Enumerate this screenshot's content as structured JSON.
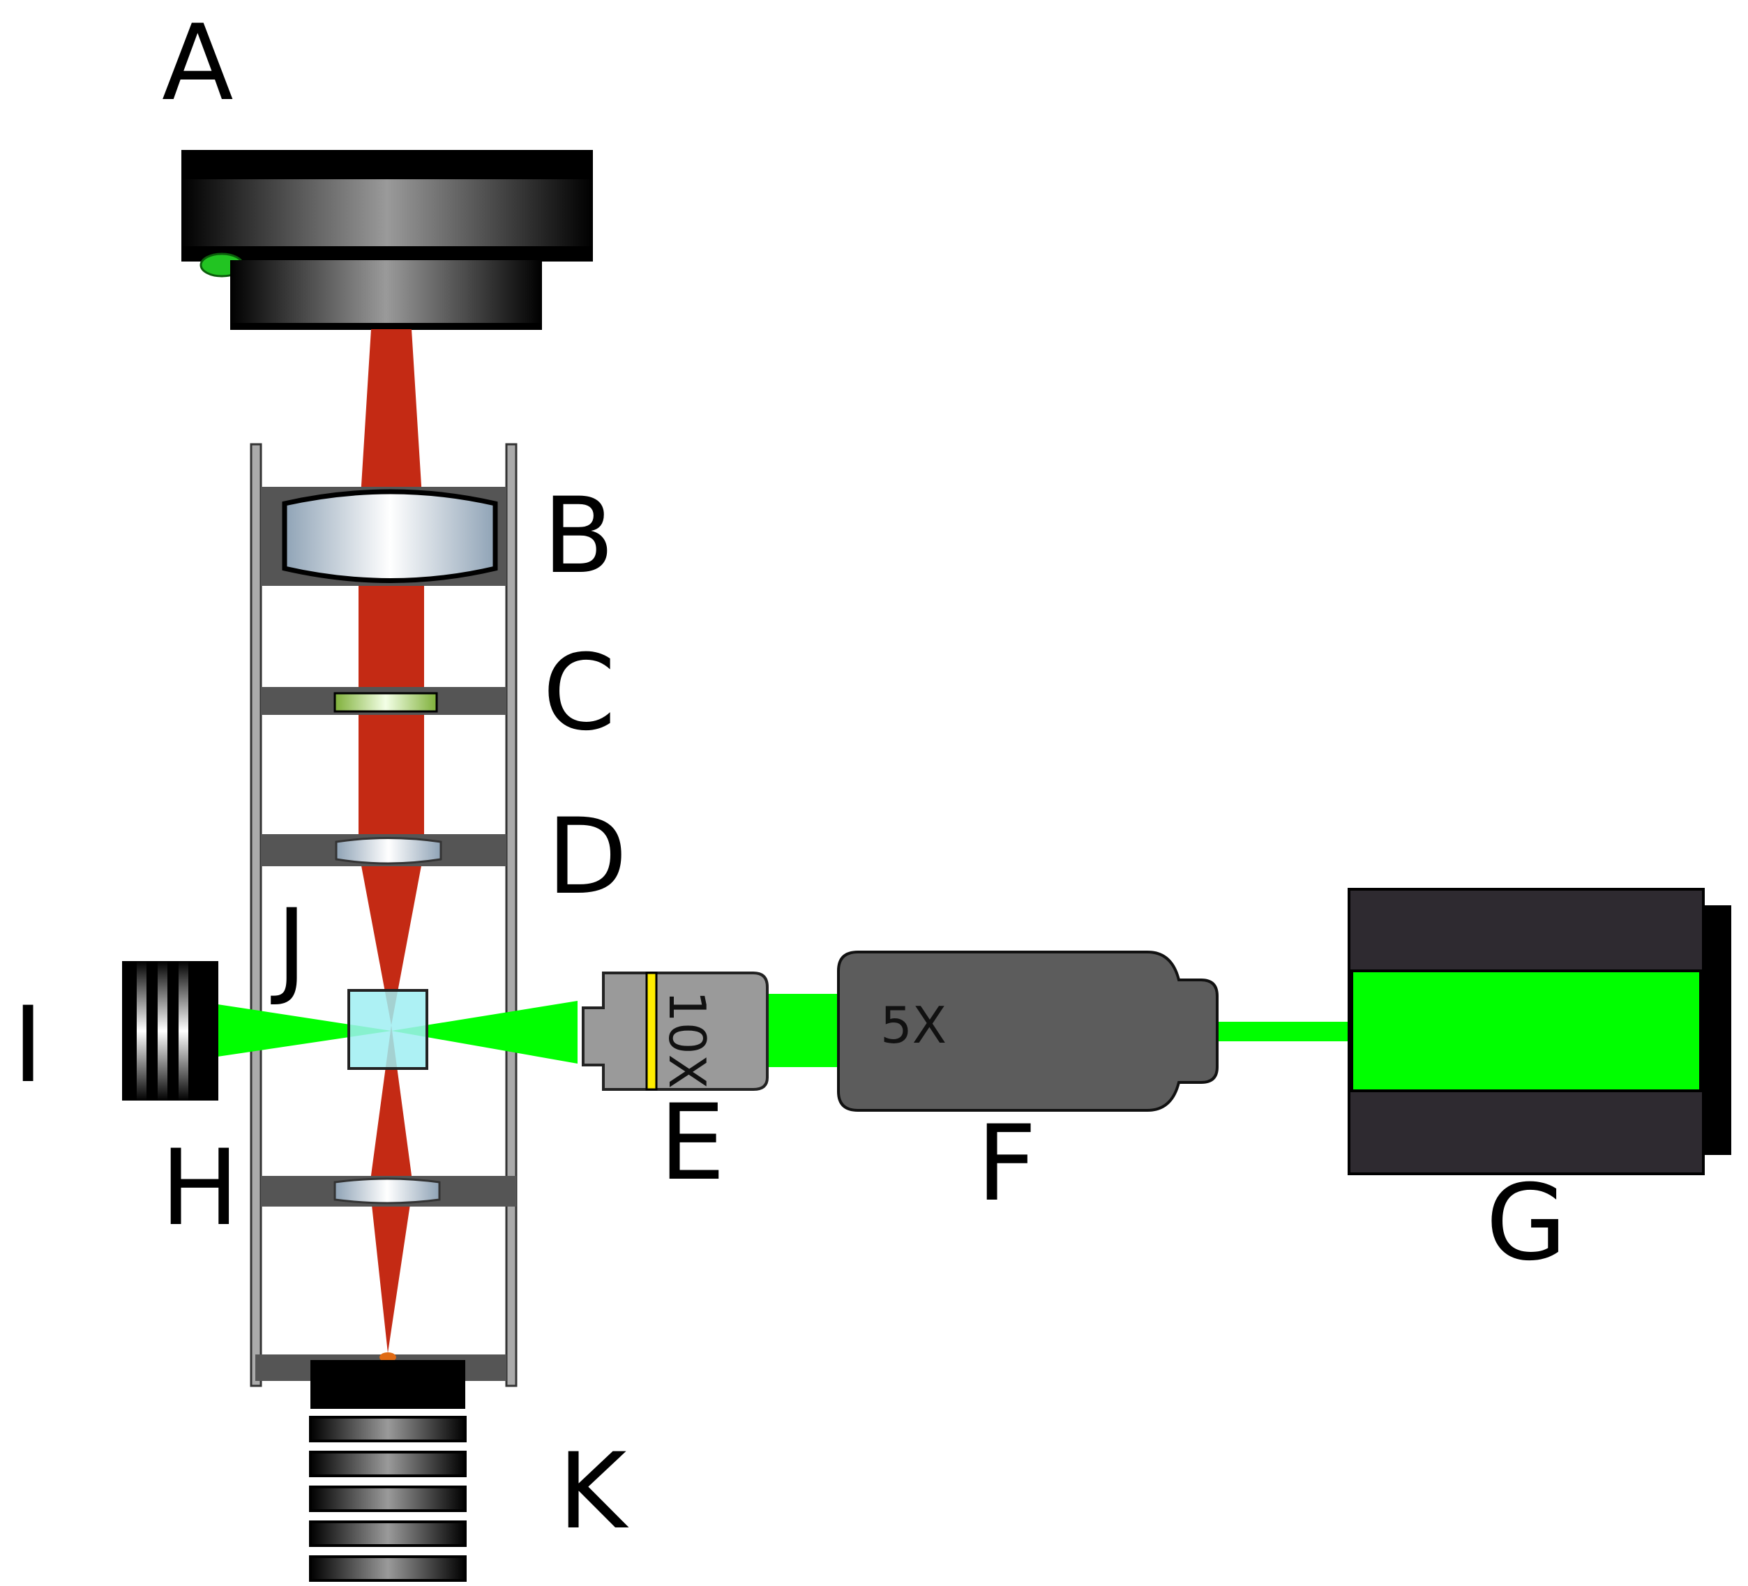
{
  "labels": {
    "A": "A",
    "B": "B",
    "C": "C",
    "D": "D",
    "E": "E",
    "F": "F",
    "G": "G",
    "H": "H",
    "I": "I",
    "J": "J",
    "K": "K"
  },
  "objectives": {
    "e_magnification": "10X",
    "f_magnification": "5X"
  },
  "colors": {
    "red_beam": "#c42a14",
    "green_beam": "#00ff00",
    "frame_gray": "#aaaaaa",
    "plate_gray": "#555555",
    "objective_light": "#9a9a9a",
    "objective_dark": "#5c5c5c",
    "camera_body": "#2e2a30",
    "cube": "#9feef2",
    "filter": "#9ec95a",
    "band": "#ffee00"
  }
}
